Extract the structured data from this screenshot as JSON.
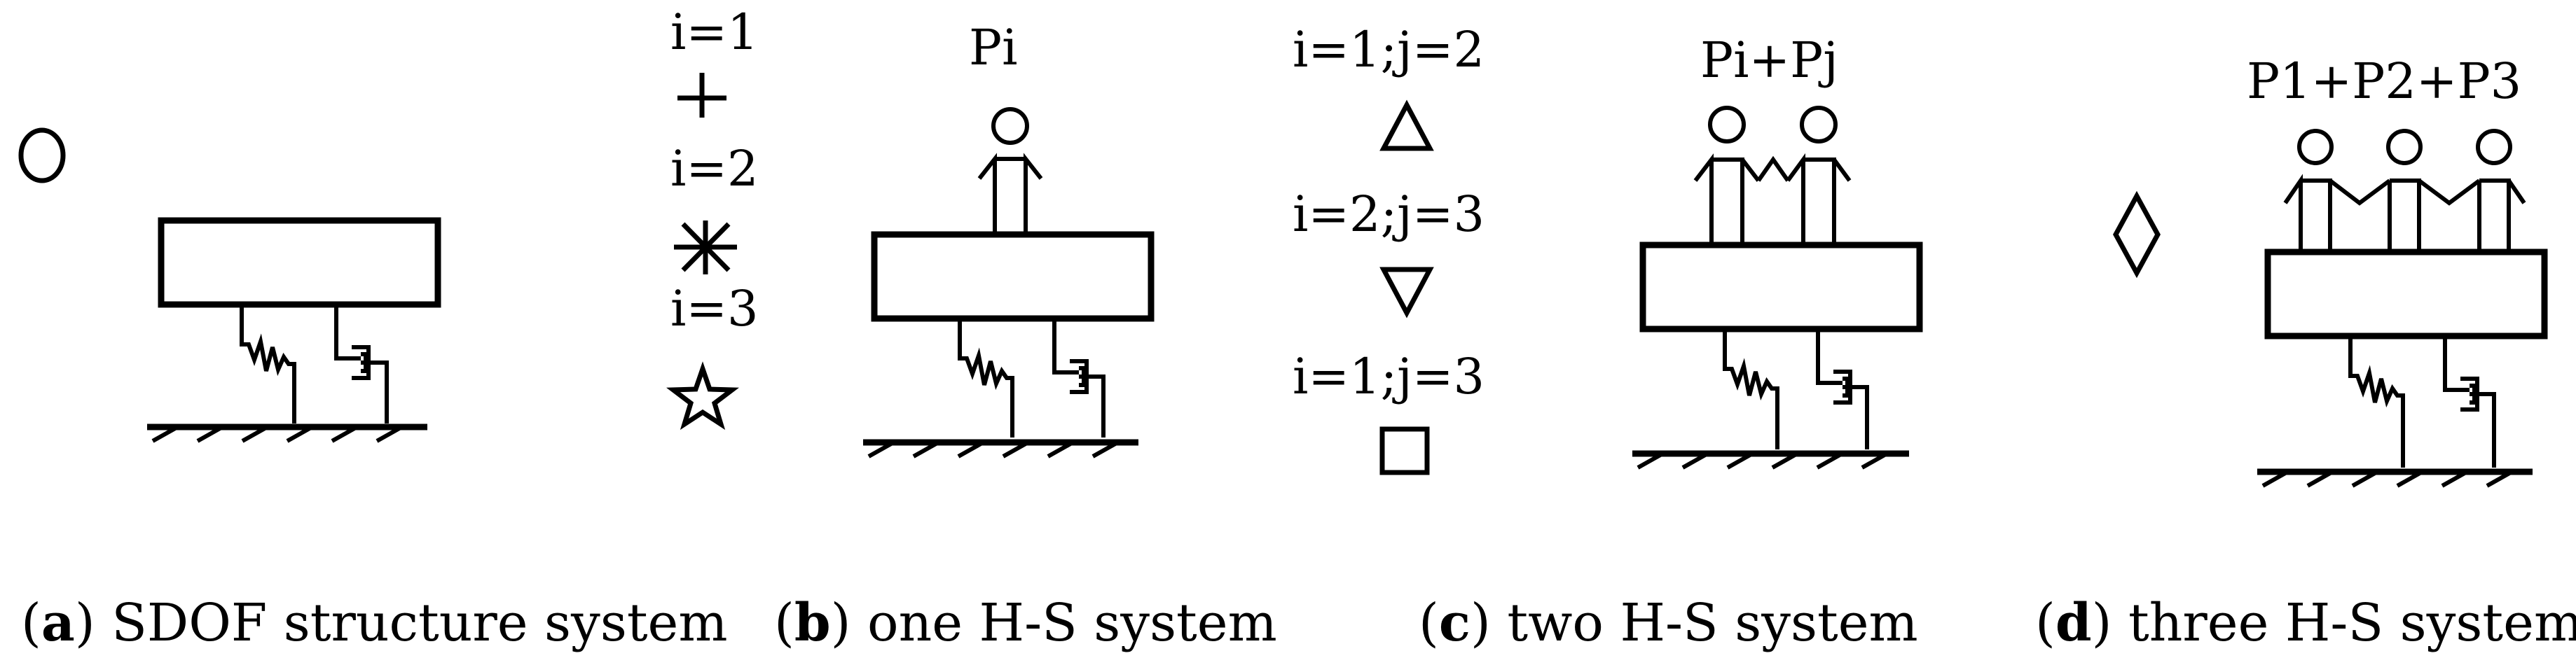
{
  "panels": {
    "a": {
      "caption_letter": "a",
      "caption_text": " SDOF structure system",
      "marker_icon": "circle-marker-icon"
    },
    "b": {
      "load_label": "Pi",
      "legend": [
        {
          "label": "i=1",
          "icon": "plus-marker-icon"
        },
        {
          "label": "i=2",
          "icon": "asterisk-marker-icon"
        },
        {
          "label": "i=3",
          "icon": "star-marker-icon"
        }
      ],
      "caption_letter": "b",
      "caption_text": " one H-S system"
    },
    "c": {
      "load_label": "Pi+Pj",
      "legend": [
        {
          "label": "i=1;j=2",
          "icon": "triangle-up-marker-icon"
        },
        {
          "label": "i=2;j=3",
          "icon": "triangle-down-marker-icon"
        },
        {
          "label": "i=1;j=3",
          "icon": "square-marker-icon"
        }
      ],
      "caption_letter": "c",
      "caption_text": " two H-S system"
    },
    "d": {
      "load_label": "P1+P2+P3",
      "marker_icon": "diamond-marker-icon",
      "caption_letter": "d",
      "caption_text": " three H-S system"
    }
  }
}
